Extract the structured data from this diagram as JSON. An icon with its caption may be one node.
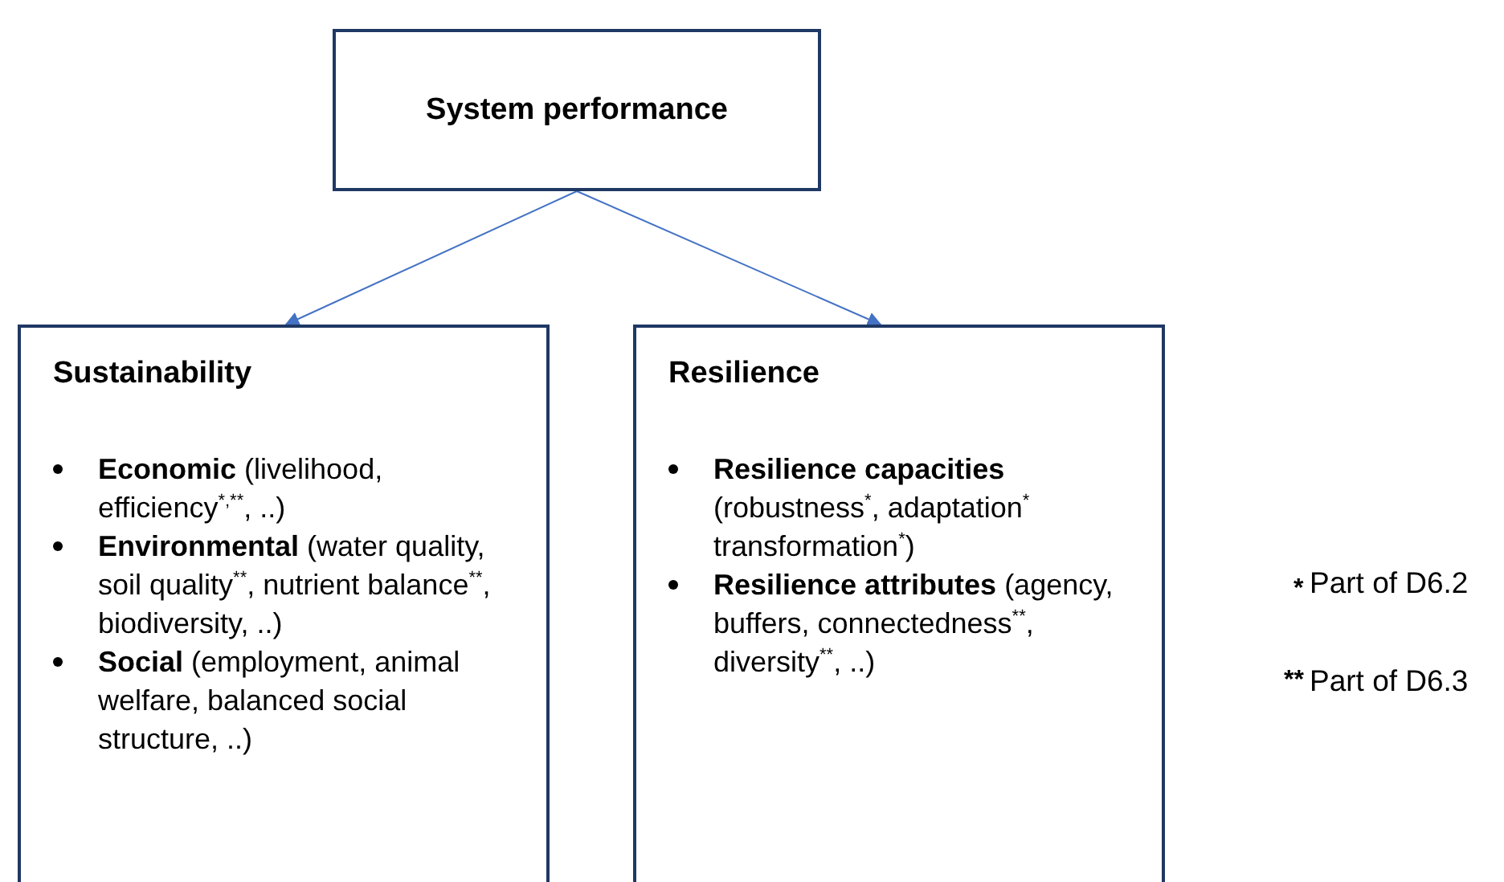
{
  "diagram": {
    "nodes": [
      {
        "text": [
          "System performance"
        ]
      },
      {
        "text": [
          "Sustainability",
          "**Economic** (livelihood, efficiency$^{*,**}$, ..)",
          "**Environmental** (water quality, soil quality$^{**}$, nutrient balance$^{**}$, biodiversity, ..)",
          "**Social** (employment, animal welfare, balanced social structure, ..)"
        ]
      },
      {
        "text": [
          "Resilience",
          "**Resilience capacities** (robustness$^{*}$, adaptation$^{*}$ transformation$^{*}$)",
          "**Resilience attributes** (agency, buffers, connectedness$^{**}$, diversity$^{**}$, ..)"
        ]
      }
    ],
    "edges": [
      {
        "from": 0,
        "to": 1,
        "arrow": "to"
      },
      {
        "from": 0,
        "to": 2,
        "arrow": "to"
      }
    ],
    "labels": [
      "*",
      "Part of D6.2",
      "**",
      "Part of D6.3"
    ]
  }
}
